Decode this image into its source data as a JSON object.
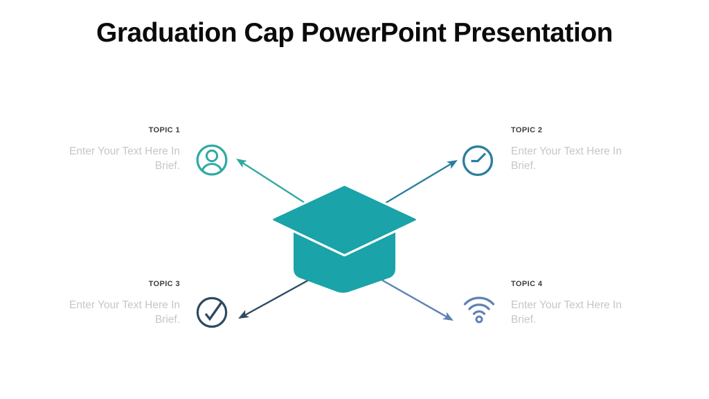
{
  "slide": {
    "title": "Graduation Cap PowerPoint Presentation",
    "background": "#ffffff"
  },
  "center": {
    "icon": "graduation-cap",
    "color": "#1AA3A8",
    "divider": "#ffffff"
  },
  "topics": [
    {
      "label": "TOPIC 1",
      "text": "Enter Your Text Here In Brief.",
      "icon": "user-icon",
      "color": "#2FA9A2",
      "position": "top-left"
    },
    {
      "label": "TOPIC 2",
      "text": "Enter Your Text Here In Brief.",
      "icon": "clock-icon",
      "color": "#2B7F9F",
      "position": "top-right"
    },
    {
      "label": "TOPIC 3",
      "text": "Enter Your Text Here In Brief.",
      "icon": "check-circle-icon",
      "color": "#2E4A62",
      "position": "bottom-left"
    },
    {
      "label": "TOPIC 4",
      "text": "Enter Your Text Here In Brief.",
      "icon": "wifi-icon",
      "color": "#6081B5",
      "position": "bottom-right"
    }
  ],
  "text_colors": {
    "title": "#0b0b0b",
    "label": "#3d3d3d",
    "body": "#c6c6c6"
  }
}
